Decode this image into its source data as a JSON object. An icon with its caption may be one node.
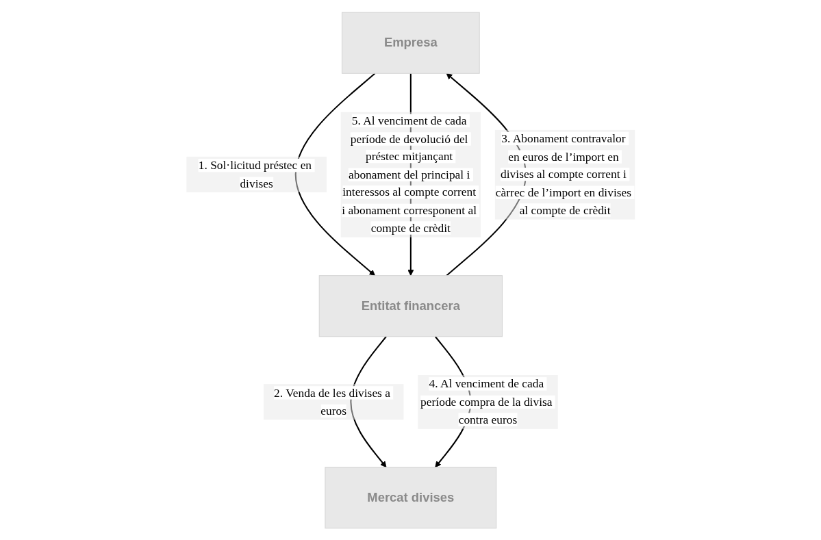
{
  "diagram": {
    "nodes": [
      {
        "text": [
          "Empresa"
        ]
      },
      {
        "text": [
          "Entitat financera"
        ]
      },
      {
        "text": [
          "Mercat divises"
        ]
      }
    ],
    "edges": [
      {
        "from": 0,
        "to": 1,
        "arrow": "to",
        "label": "1. Sol·licitud préstec en divises"
      },
      {
        "from": 1,
        "to": 2,
        "arrow": "to",
        "label": "2. Venda de les divises a euros"
      },
      {
        "from": 1,
        "to": 0,
        "arrow": "to",
        "label": "3. Abonament contravalor en euros de l’import en divises al compte corrent i càrrec de l’import en divises al compte de crèdit"
      },
      {
        "from": 1,
        "to": 2,
        "arrow": "to",
        "label": "4. Al venciment de cada període compra de la divisa contra euros"
      },
      {
        "from": 0,
        "to": 1,
        "arrow": "to",
        "label": "5. Al venciment de cada període de devolució del préstec mitjançant abonament del principal i interessos al compte corrent i abonament corresponent al compte de crèdit"
      }
    ]
  }
}
